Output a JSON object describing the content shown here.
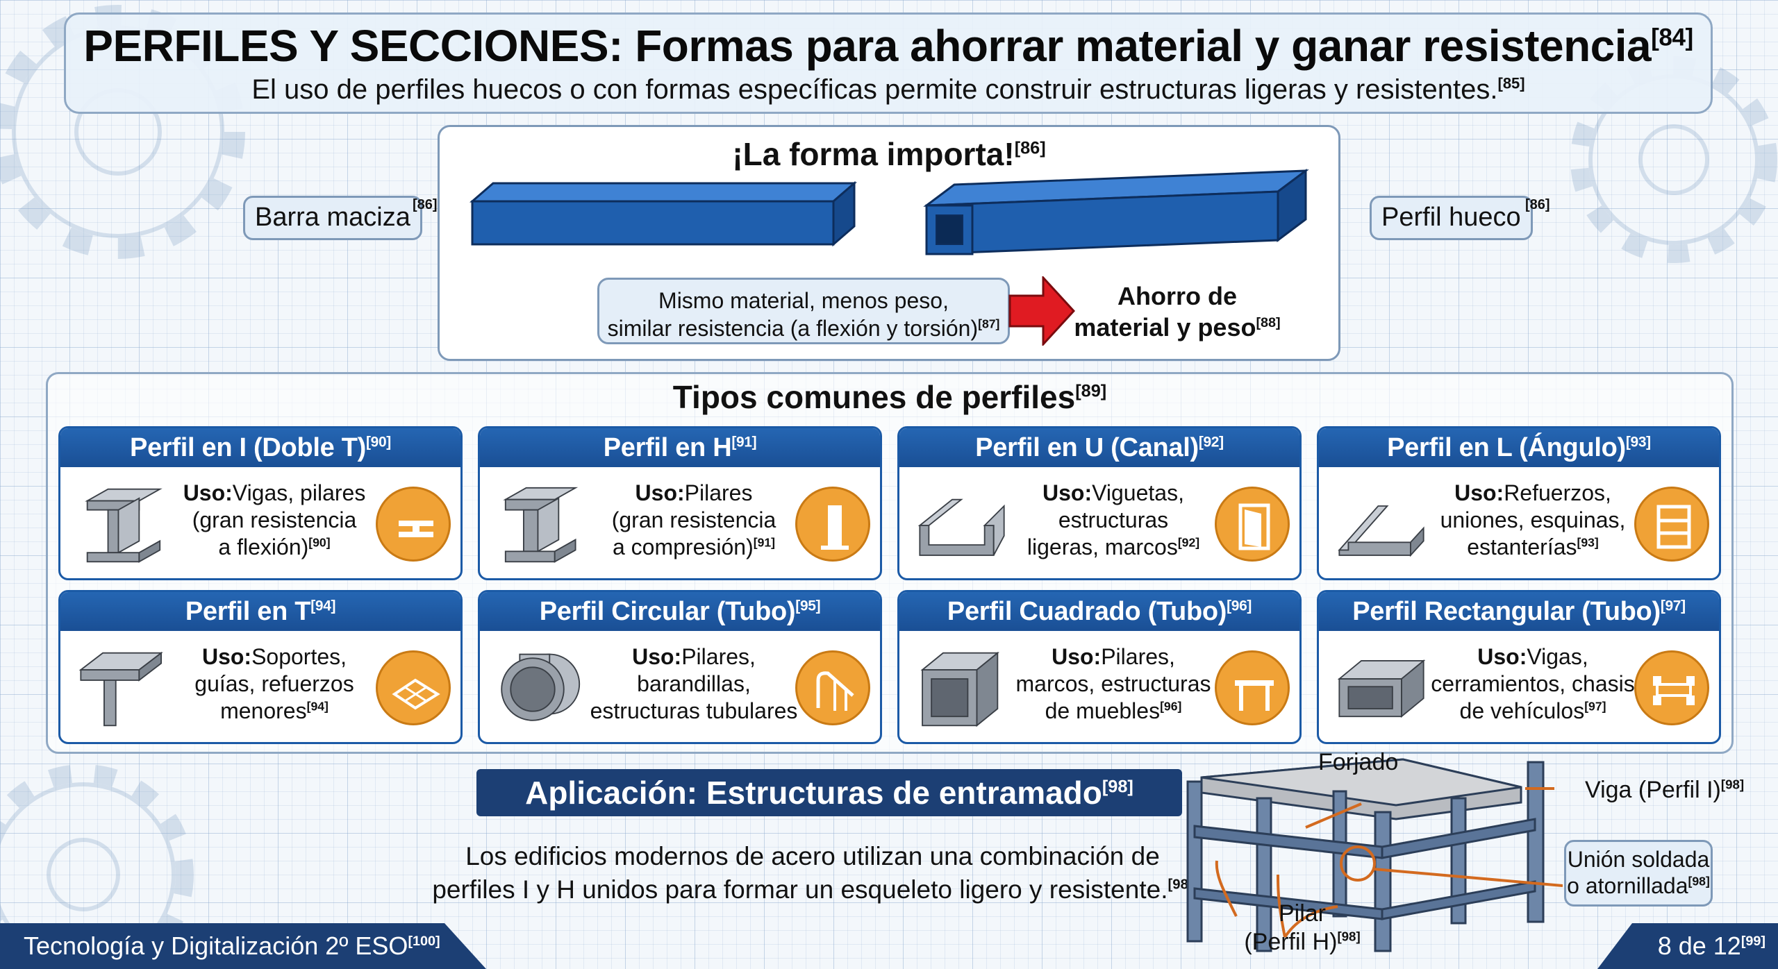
{
  "title": {
    "main": "PERFILES Y SECCIONES: Formas para ahorrar material y ganar resistencia",
    "main_ref": "[84]",
    "sub": "El uso de perfiles huecos o con formas específicas permite construir estructuras ligeras y resistentes.",
    "sub_ref": "[85]"
  },
  "forma": {
    "title": "¡La forma importa!",
    "title_ref": "[86]",
    "left_label": "Barra maciza",
    "left_ref": "[86]",
    "right_label": "Perfil hueco",
    "right_ref": "[86]",
    "note_line1": "Mismo material, menos peso,",
    "note_line2": "similar resistencia (a flexión y torsión)",
    "note_ref": "[87]",
    "result_line1": "Ahorro de",
    "result_line2": "material y peso",
    "result_ref": "[88]",
    "bar_color": "#1f5fae",
    "arrow_color": "#e01b22"
  },
  "tipos": {
    "title": "Tipos comunes de perfiles",
    "title_ref": "[89]",
    "uso_label": "Uso:",
    "cards": [
      {
        "title": "Perfil en I (Doble T)",
        "ref": "[90]",
        "lines": [
          "Vigas, pilares",
          "(gran resistencia",
          "a flexión)"
        ],
        "uso_ref": "[90]",
        "shape": "i-beam-icon",
        "usage": "beam-icon"
      },
      {
        "title": "Perfil en H",
        "ref": "[91]",
        "lines": [
          "Pilares",
          "(gran resistencia",
          "a compresión)"
        ],
        "uso_ref": "[91]",
        "shape": "h-beam-icon",
        "usage": "column-icon"
      },
      {
        "title": "Perfil en U (Canal)",
        "ref": "[92]",
        "lines": [
          "Viguetas,",
          "estructuras",
          "ligeras, marcos"
        ],
        "uso_ref": "[92]",
        "shape": "u-channel-icon",
        "usage": "door-frame-icon"
      },
      {
        "title": "Perfil en L (Ángulo)",
        "ref": "[93]",
        "lines": [
          "Refuerzos,",
          "uniones, esquinas,",
          "estanterías"
        ],
        "uso_ref": "[93]",
        "shape": "l-angle-icon",
        "usage": "shelf-icon"
      },
      {
        "title": "Perfil en T",
        "ref": "[94]",
        "lines": [
          "Soportes,",
          "guías, refuerzos",
          "menores"
        ],
        "uso_ref": "[94]",
        "shape": "t-beam-icon",
        "usage": "grid-frame-icon"
      },
      {
        "title": "Perfil Circular (Tubo)",
        "ref": "[95]",
        "lines": [
          "Pilares,",
          "barandillas,",
          "estructuras tubulares"
        ],
        "uso_ref": "",
        "shape": "round-tube-icon",
        "usage": "handrail-icon"
      },
      {
        "title": "Perfil Cuadrado (Tubo)",
        "ref": "[96]",
        "lines": [
          "Pilares,",
          "marcos, estructuras",
          "de muebles"
        ],
        "uso_ref": "[96]",
        "shape": "square-tube-icon",
        "usage": "table-icon"
      },
      {
        "title": "Perfil Rectangular (Tubo)",
        "ref": "[97]",
        "lines": [
          "Vigas,",
          "cerramientos, chasis",
          "de vehículos"
        ],
        "uso_ref": "[97]",
        "shape": "rect-tube-icon",
        "usage": "chassis-icon"
      }
    ]
  },
  "aplicacion": {
    "banner": "Aplicación: Estructuras de entramado",
    "banner_ref": "[98]",
    "text_line1": "Los edificios modernos de acero utilizan una combinación de",
    "text_line2": "perfiles I y H unidos para formar un esqueleto ligero y resistente.",
    "text_ref": "[98]",
    "forjado": "Forjado",
    "viga": "Viga (Perfil I)",
    "viga_ref": "[98]",
    "union_line1": "Unión soldada",
    "union_line2": "o atornillada",
    "union_ref": "[98]",
    "pilar_line1": "Pilar",
    "pilar_line2": "(Perfil H)",
    "pilar_ref": "[98]"
  },
  "footer": {
    "course": "Tecnología y Digitalización 2º ESO",
    "course_ref": "[100]",
    "page": "8 de 12",
    "page_ref": "[99]"
  }
}
